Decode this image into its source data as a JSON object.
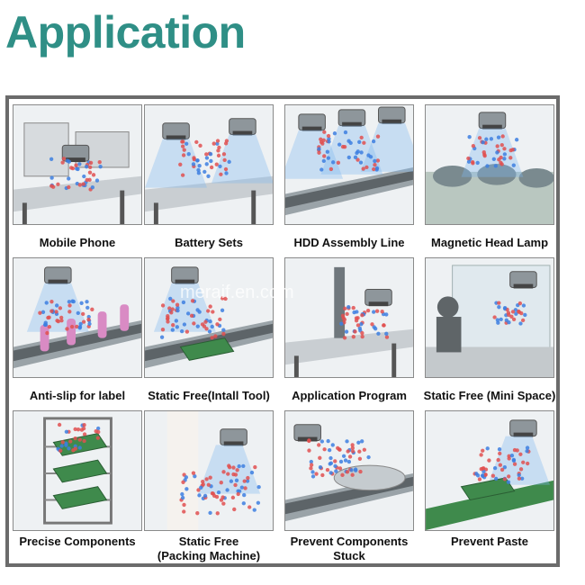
{
  "title": "Application",
  "colors": {
    "title": "#2f8f86",
    "frame": "#6b6b6b",
    "ion_blue": "#3d7fe0",
    "ion_red": "#e05050"
  },
  "watermark": "meraif.en.com",
  "cells": [
    {
      "caption": "Mobile Phone",
      "icon": "mobile-phone-production-scene"
    },
    {
      "caption": "Battery Sets",
      "icon": "battery-sets-scene"
    },
    {
      "caption": "HDD Assembly Line",
      "icon": "hdd-assembly-line-scene"
    },
    {
      "caption": "Magnetic Head Lamp",
      "icon": "magnetic-head-lamp-scene"
    },
    {
      "caption": "Anti-slip for label",
      "icon": "anti-slip-label-scene"
    },
    {
      "caption": "Static Free(Intall Tool)",
      "icon": "static-free-install-tool-scene"
    },
    {
      "caption": "Application Program",
      "icon": "application-program-scene"
    },
    {
      "caption": "Static Free (Mini Space)",
      "icon": "static-free-mini-space-scene"
    },
    {
      "caption": "Precise Components",
      "icon": "precise-components-scene"
    },
    {
      "caption": "Static Free\n(Packing Machine)",
      "icon": "static-free-packing-machine-scene"
    },
    {
      "caption": "Prevent Components\nStuck",
      "icon": "prevent-components-stuck-scene"
    },
    {
      "caption": "Prevent Paste",
      "icon": "prevent-paste-scene"
    }
  ]
}
